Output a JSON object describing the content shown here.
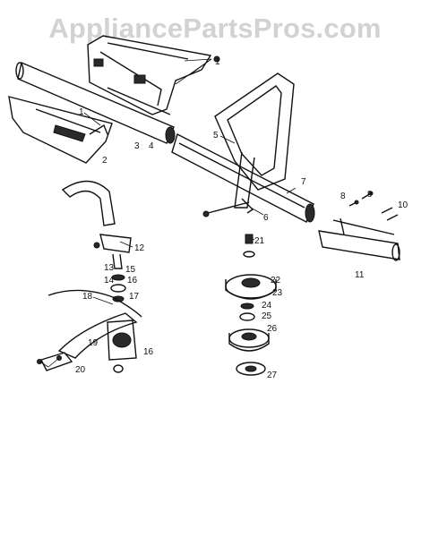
{
  "watermark": "AppliancePartsPros.com",
  "callouts": {
    "c1": "1",
    "c2": "2",
    "c3": "3",
    "c4": "4",
    "c5": "5",
    "c6": "6",
    "c7": "7",
    "c8": "8",
    "c9": "9",
    "c10": "10",
    "c11": "11",
    "c12": "12",
    "c13": "13",
    "c14": "14",
    "c15": "15",
    "c16a": "16",
    "c16b": "16",
    "c17": "17",
    "c18": "18",
    "c19": "19",
    "c20": "20",
    "c21": "21",
    "c22": "22",
    "c23": "23",
    "c24": "24",
    "c25": "25",
    "c26": "26",
    "c27": "27"
  }
}
